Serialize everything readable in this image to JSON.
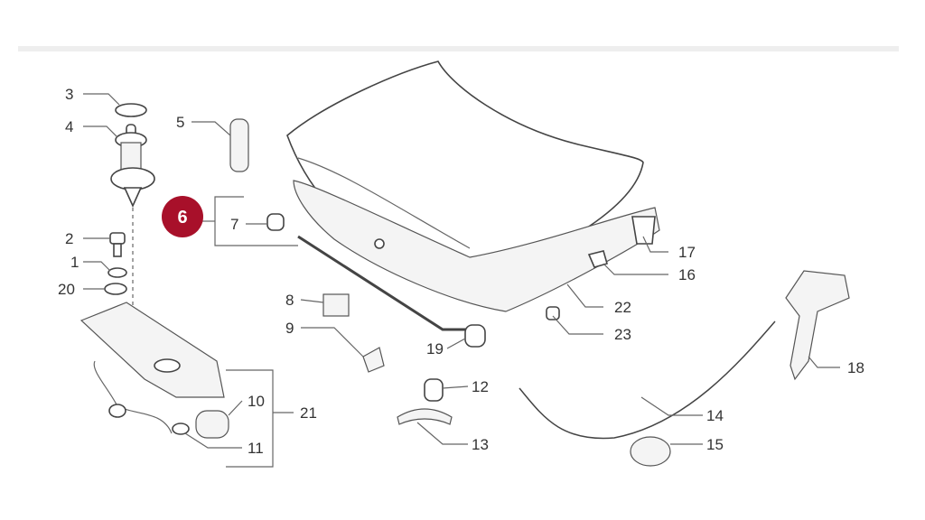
{
  "diagram": {
    "highlight_color": "#a8102a",
    "highlighted_label": "6",
    "labels": {
      "l1": "1",
      "l2": "2",
      "l3": "3",
      "l4": "4",
      "l5": "5",
      "l6": "6",
      "l7": "7",
      "l8": "8",
      "l9": "9",
      "l10": "10",
      "l11": "11",
      "l12": "12",
      "l13": "13",
      "l14": "14",
      "l15": "15",
      "l16": "16",
      "l17": "17",
      "l18": "18",
      "l19": "19",
      "l20": "20",
      "l21": "21",
      "l22": "22",
      "l23": "23"
    }
  }
}
